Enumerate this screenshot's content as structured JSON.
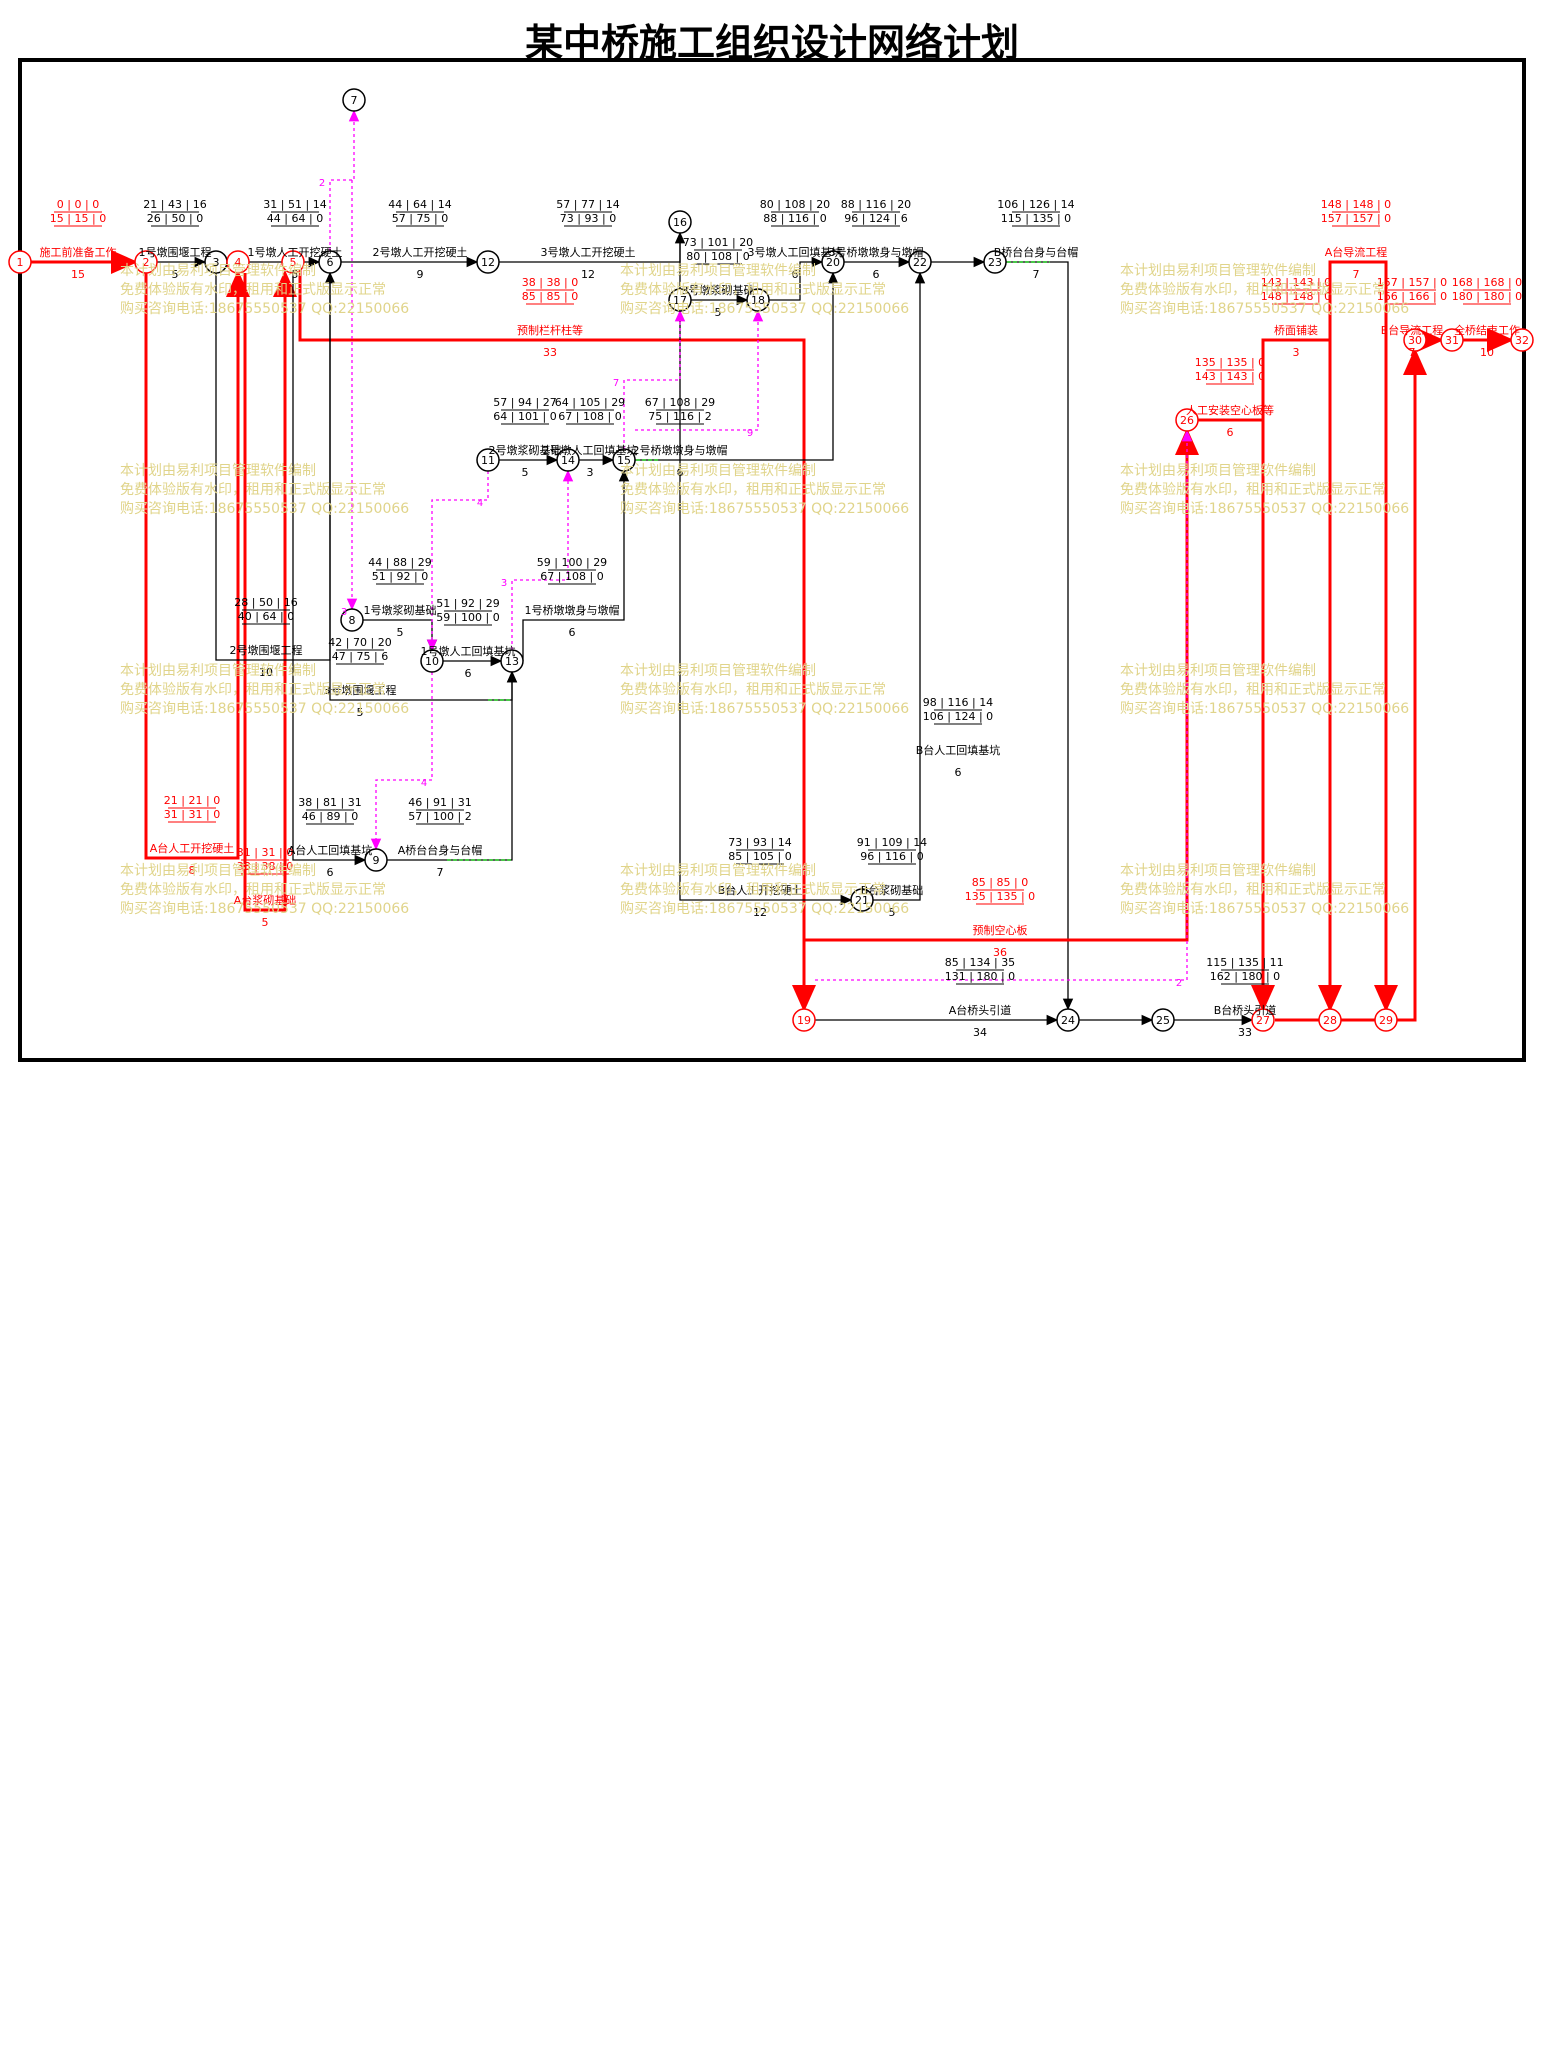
{
  "title": "某中桥施工组织设计网络计划",
  "colors": {
    "critical": "#ff0000",
    "normal": "#000000",
    "virtual": "#ff00ff",
    "float": "#00cc00",
    "watermark": "#e0d48a"
  },
  "watermark_lines": [
    "本计划由易利项目管理软件编制",
    "免费体验版有水印，租用和正式版显示正常",
    "购买咨询电话:18675550537 QQ:22150066"
  ],
  "nodes": [
    {
      "id": "1",
      "critical": true
    },
    {
      "id": "2",
      "critical": true
    },
    {
      "id": "3",
      "critical": false
    },
    {
      "id": "4",
      "critical": true
    },
    {
      "id": "5",
      "critical": true
    },
    {
      "id": "6",
      "critical": false
    },
    {
      "id": "7",
      "critical": false
    },
    {
      "id": "8",
      "critical": false
    },
    {
      "id": "9",
      "critical": false
    },
    {
      "id": "10",
      "critical": false
    },
    {
      "id": "11",
      "critical": false
    },
    {
      "id": "12",
      "critical": false
    },
    {
      "id": "13",
      "critical": false
    },
    {
      "id": "14",
      "critical": false
    },
    {
      "id": "15",
      "critical": false
    },
    {
      "id": "16",
      "critical": false
    },
    {
      "id": "17",
      "critical": false
    },
    {
      "id": "18",
      "critical": false
    },
    {
      "id": "19",
      "critical": true
    },
    {
      "id": "20",
      "critical": false
    },
    {
      "id": "21",
      "critical": false
    },
    {
      "id": "22",
      "critical": false
    },
    {
      "id": "23",
      "critical": false
    },
    {
      "id": "24",
      "critical": false
    },
    {
      "id": "25",
      "critical": false
    },
    {
      "id": "26",
      "critical": true
    },
    {
      "id": "27",
      "critical": true
    },
    {
      "id": "28",
      "critical": true
    },
    {
      "id": "29",
      "critical": true
    },
    {
      "id": "30",
      "critical": true
    },
    {
      "id": "31",
      "critical": true
    },
    {
      "id": "32",
      "critical": true
    }
  ],
  "activities": [
    {
      "from": "1",
      "to": "2",
      "name": "施工前准备工作",
      "times": [
        "0",
        "0",
        "0"
      ],
      "times2": [
        "15",
        "15",
        "0"
      ],
      "duration": "15",
      "critical": true
    },
    {
      "from": "2",
      "to": "3",
      "name": "1号墩围堰工程",
      "times": [
        "21",
        "43",
        "16"
      ],
      "times2": [
        "26",
        "50",
        "0"
      ],
      "duration": "5",
      "critical": false
    },
    {
      "from": "2",
      "to": "4",
      "name": "A台人工开挖硬土",
      "times": [
        "21",
        "21",
        "0"
      ],
      "times2": [
        "31",
        "31",
        "0"
      ],
      "duration": "8",
      "critical": true
    },
    {
      "from": "4",
      "to": "5",
      "name": "A台浆砌基础",
      "times": [
        "31",
        "31",
        "0"
      ],
      "times2": [
        "38",
        "38",
        "0"
      ],
      "duration": "5",
      "critical": true
    },
    {
      "from": "5",
      "to": "19",
      "name": "预制栏杆柱等",
      "times": [
        "38",
        "38",
        "0"
      ],
      "times2": [
        "85",
        "85",
        "0"
      ],
      "duration": "33",
      "critical": true
    },
    {
      "from": "3",
      "to": "6",
      "name": "1号墩人工开挖硬土",
      "times": [
        "31",
        "51",
        "14"
      ],
      "times2": [
        "44",
        "64",
        "0"
      ],
      "duration": "5",
      "critical": false
    },
    {
      "from": "3",
      "to": "6b",
      "name": "2号墩围堰工程",
      "times": [
        "28",
        "50",
        "16"
      ],
      "times2": [
        "40",
        "64",
        "0"
      ],
      "duration": "10",
      "critical": false
    },
    {
      "from": "6",
      "to": "12",
      "name": "2号墩人工开挖硬土",
      "times": [
        "44",
        "64",
        "14"
      ],
      "times2": [
        "57",
        "75",
        "0"
      ],
      "duration": "9",
      "critical": false
    },
    {
      "from": "12",
      "to": "16",
      "name": "3号墩人工开挖硬土",
      "times": [
        "57",
        "77",
        "14"
      ],
      "times2": [
        "73",
        "93",
        "0"
      ],
      "duration": "12",
      "critical": false
    },
    {
      "from": "6",
      "to": "13",
      "name": "3号墩围堰工程",
      "times": [
        "42",
        "70",
        "20"
      ],
      "times2": [
        "47",
        "75",
        "6"
      ],
      "duration": "5",
      "critical": false
    },
    {
      "from": "8",
      "to": "10",
      "name": "1号墩浆砌基础",
      "times": [
        "44",
        "88",
        "29"
      ],
      "times2": [
        "51",
        "92",
        "0"
      ],
      "duration": "5",
      "critical": false
    },
    {
      "from": "10",
      "to": "13",
      "name": "1号墩人工回填基坑",
      "times": [
        "51",
        "92",
        "29"
      ],
      "times2": [
        "59",
        "100",
        "0"
      ],
      "duration": "6",
      "critical": false
    },
    {
      "from": "5",
      "to": "9",
      "name": "A台人工回填基坑",
      "times": [
        "38",
        "81",
        "31"
      ],
      "times2": [
        "46",
        "89",
        "0"
      ],
      "duration": "6",
      "critical": false
    },
    {
      "from": "9",
      "to": "13",
      "name": "A桥台台身与台帽",
      "times": [
        "46",
        "91",
        "31"
      ],
      "times2": [
        "57",
        "100",
        "2"
      ],
      "duration": "7",
      "critical": false
    },
    {
      "from": "11",
      "to": "14",
      "name": "2号墩浆砌基础",
      "times": [
        "57",
        "94",
        "27"
      ],
      "times2": [
        "64",
        "101",
        "0"
      ],
      "duration": "5",
      "critical": false
    },
    {
      "from": "14",
      "to": "15",
      "name": "2号墩人工回填基坑",
      "times": [
        "64",
        "105",
        "29"
      ],
      "times2": [
        "67",
        "108",
        "0"
      ],
      "duration": "3",
      "critical": false
    },
    {
      "from": "15",
      "to": "20",
      "name": "2号桥墩墩身与墩帽",
      "times": [
        "67",
        "108",
        "29"
      ],
      "times2": [
        "75",
        "116",
        "2"
      ],
      "duration": "6",
      "critical": false
    },
    {
      "from": "13",
      "to": "15",
      "name": "1号桥墩墩身与墩帽",
      "times": [
        "59",
        "100",
        "29"
      ],
      "times2": [
        "67",
        "108",
        "0"
      ],
      "duration": "6",
      "critical": false
    },
    {
      "from": "17",
      "to": "18",
      "name": "3号墩浆砌基础",
      "times": [
        "73",
        "101",
        "20"
      ],
      "times2": [
        "80",
        "108",
        "0"
      ],
      "duration": "5",
      "critical": false
    },
    {
      "from": "18",
      "to": "20",
      "name": "3号墩人工回填基坑",
      "times": [
        "80",
        "108",
        "20"
      ],
      "times2": [
        "88",
        "116",
        "0"
      ],
      "duration": "6",
      "critical": false
    },
    {
      "from": "20",
      "to": "22",
      "name": "3号桥墩墩身与墩帽",
      "times": [
        "88",
        "116",
        "20"
      ],
      "times2": [
        "96",
        "124",
        "6"
      ],
      "duration": "6",
      "critical": false
    },
    {
      "from": "22",
      "to": "23",
      "name": "B台人工回填基坑",
      "times": [
        "98",
        "116",
        "14"
      ],
      "times2": [
        "106",
        "124",
        "0"
      ],
      "duration": "6",
      "critical": false
    },
    {
      "from": "23",
      "to": "24",
      "name": "B桥台台身与台帽",
      "times": [
        "106",
        "126",
        "14"
      ],
      "times2": [
        "115",
        "135",
        "0"
      ],
      "duration": "7",
      "critical": false
    },
    {
      "from": "16",
      "to": "21",
      "name": "B台人工开挖硬土",
      "times": [
        "73",
        "93",
        "14"
      ],
      "times2": [
        "85",
        "105",
        "0"
      ],
      "duration": "12",
      "critical": false
    },
    {
      "from": "21",
      "to": "22",
      "name": "B台浆砌基础",
      "times": [
        "91",
        "109",
        "14"
      ],
      "times2": [
        "96",
        "116",
        "0"
      ],
      "duration": "5",
      "critical": false
    },
    {
      "from": "19",
      "to": "26",
      "name": "预制空心板",
      "times": [
        "85",
        "85",
        "0"
      ],
      "times2": [
        "135",
        "135",
        "0"
      ],
      "duration": "36",
      "critical": true
    },
    {
      "from": "19",
      "to": "24",
      "name": "A台桥头引道",
      "times": [
        "85",
        "134",
        "35"
      ],
      "times2": [
        "131",
        "180",
        "0"
      ],
      "duration": "34",
      "critical": false
    },
    {
      "from": "25",
      "to": "27",
      "name": "B台桥头引道",
      "times": [
        "115",
        "135",
        "11"
      ],
      "times2": [
        "162",
        "180",
        "0"
      ],
      "duration": "33",
      "critical": false
    },
    {
      "from": "26",
      "to": "27",
      "name": "人工安装空心板等",
      "times": [
        "135",
        "135",
        "0"
      ],
      "times2": [
        "143",
        "143",
        "0"
      ],
      "duration": "6",
      "critical": true
    },
    {
      "from": "27",
      "to": "28",
      "name": "桥面铺装",
      "times": [
        "143",
        "143",
        "0"
      ],
      "times2": [
        "148",
        "148",
        "0"
      ],
      "duration": "3",
      "critical": true
    },
    {
      "from": "28",
      "to": "29",
      "name": "A台导流工程",
      "times": [
        "148",
        "148",
        "0"
      ],
      "times2": [
        "157",
        "157",
        "0"
      ],
      "duration": "7",
      "critical": true
    },
    {
      "from": "29",
      "to": "30",
      "name": "B台导流工程",
      "times": [
        "157",
        "157",
        "0"
      ],
      "times2": [
        "166",
        "166",
        "0"
      ],
      "duration": "7",
      "critical": true
    },
    {
      "from": "31",
      "to": "32",
      "name": "全桥结束工作",
      "times": [
        "168",
        "168",
        "0"
      ],
      "times2": [
        "180",
        "180",
        "0"
      ],
      "duration": "10",
      "critical": true
    }
  ],
  "virtual_labels": [
    "2",
    "3",
    "4",
    "4",
    "3",
    "7",
    "9",
    "2"
  ]
}
